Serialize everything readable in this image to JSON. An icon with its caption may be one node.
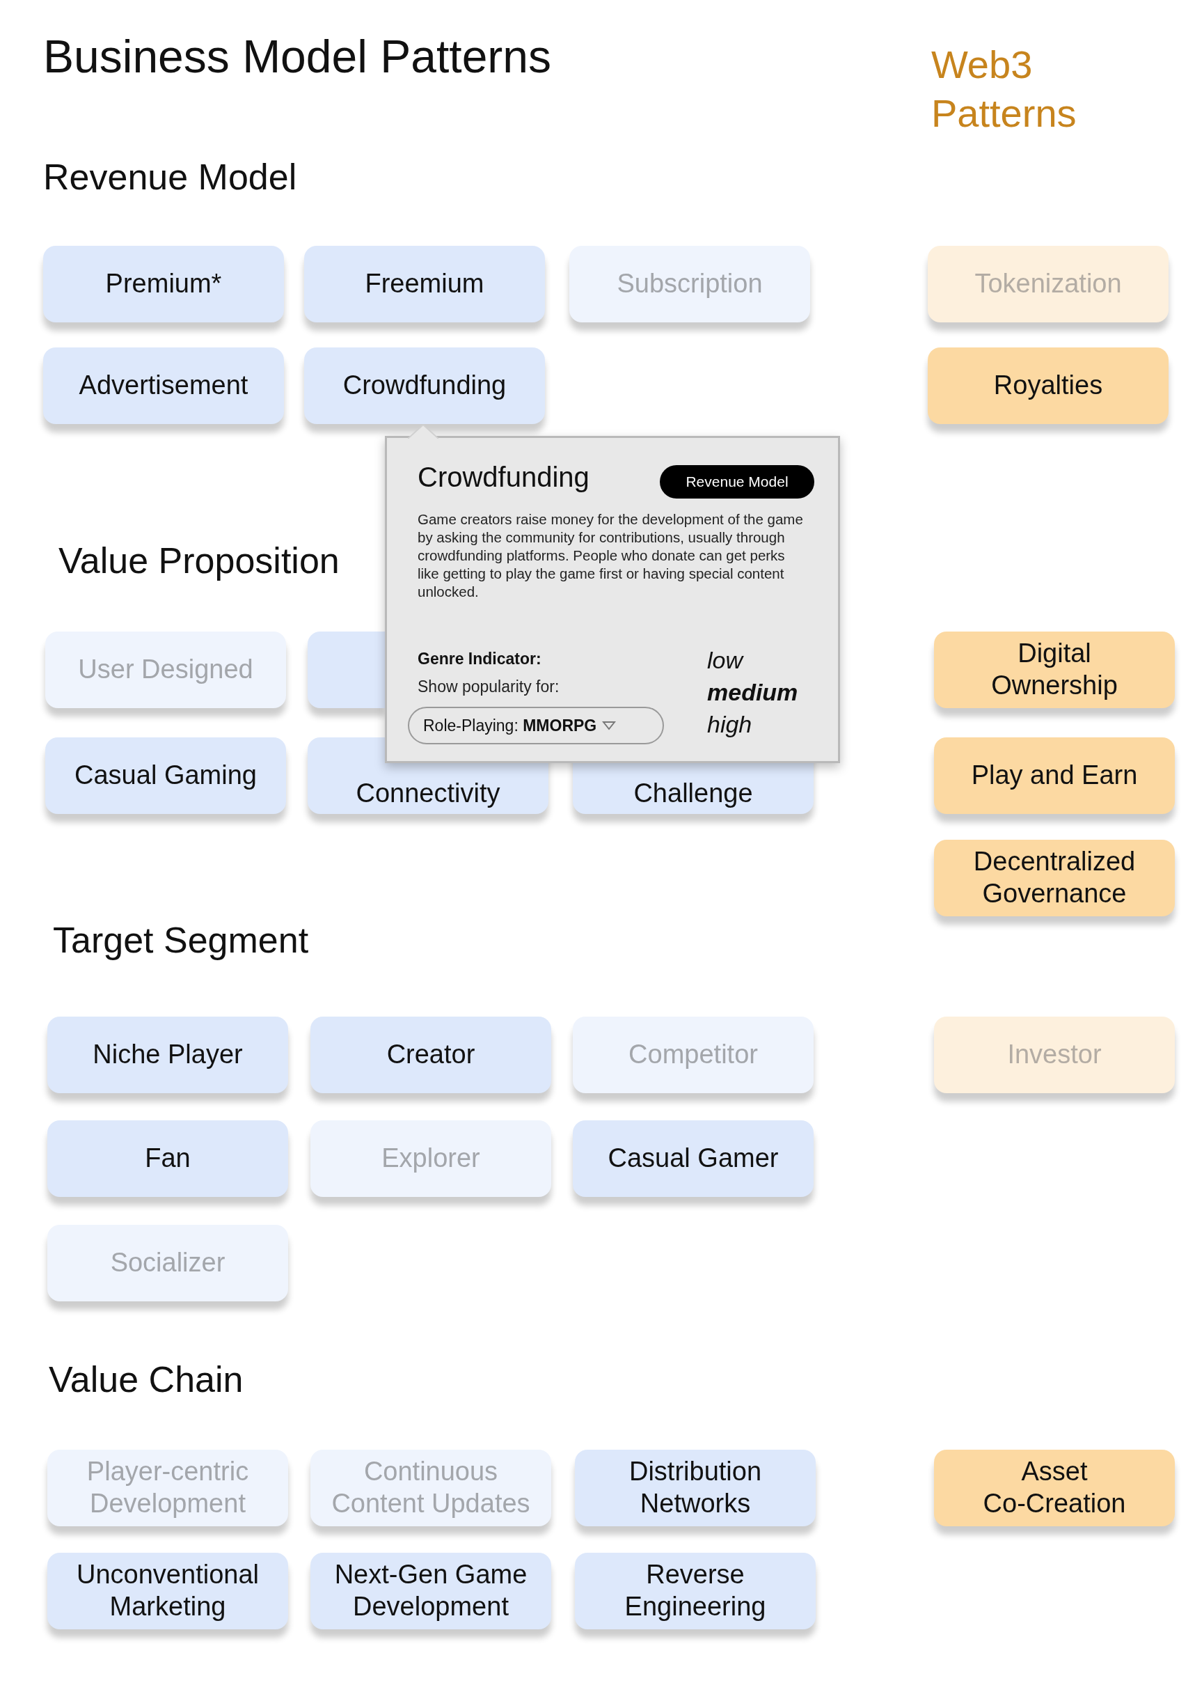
{
  "diagram": {
    "title": "Business Model Patterns",
    "nodes": [
      {
        "text": [
          "Premium*"
        ]
      },
      {
        "text": [
          "Freemium"
        ]
      },
      {
        "text": [
          "Subscription"
        ]
      },
      {
        "text": [
          "Tokenization"
        ]
      },
      {
        "text": [
          "Advertisement"
        ]
      },
      {
        "text": [
          "Crowdfunding"
        ]
      },
      {
        "text": [
          "Royalties"
        ]
      },
      {
        "text": [
          "Crowdfunding",
          "Game creators raise money for the development of the game by asking the community for contributions, usually through crowdfunding platforms. People who donate can get perks like getting to play the game first or having special content unlocked.",
          "Genre Indicator:",
          "Show popularity for:",
          "low",
          "medium",
          "high"
        ]
      },
      {
        "text": [
          "Revenue Model"
        ],
        "in": 7
      },
      {
        "text": [
          "Role-Playing:  **MMORPG**"
        ],
        "in": 7
      },
      {
        "text": [
          "User Designed"
        ]
      },
      {
        "text": [],
        "shape": "box"
      },
      {
        "text": [
          "Digital Ownership"
        ]
      },
      {
        "text": [
          "Casual Gaming"
        ]
      },
      {
        "text": [
          "Connectivity"
        ]
      },
      {
        "text": [
          "Challenge"
        ]
      },
      {
        "text": [
          "Play and Earn"
        ]
      },
      {
        "text": [
          "Decentralized Governance"
        ]
      },
      {
        "text": [
          "Niche Player"
        ]
      },
      {
        "text": [
          "Creator"
        ]
      },
      {
        "text": [
          "Competitor"
        ]
      },
      {
        "text": [
          "Investor"
        ]
      },
      {
        "text": [
          "Fan"
        ]
      },
      {
        "text": [
          "Explorer"
        ]
      },
      {
        "text": [
          "Casual Gamer"
        ]
      },
      {
        "text": [
          "Socializer"
        ]
      },
      {
        "text": [
          "Player-centric Development"
        ]
      },
      {
        "text": [
          "Continuous Content Updates"
        ]
      },
      {
        "text": [
          "Distribution Networks"
        ]
      },
      {
        "text": [
          "Asset Co-Creation"
        ]
      },
      {
        "text": [
          "Unconventional Marketing"
        ]
      },
      {
        "text": [
          "Next-Gen Game Development"
        ]
      },
      {
        "text": [
          "Reverse Engineering"
        ]
      }
    ],
    "labels": [
      "Web3 Patterns",
      "Revenue Model",
      "Value Proposition",
      "Target Segment",
      "Value Chain"
    ]
  }
}
